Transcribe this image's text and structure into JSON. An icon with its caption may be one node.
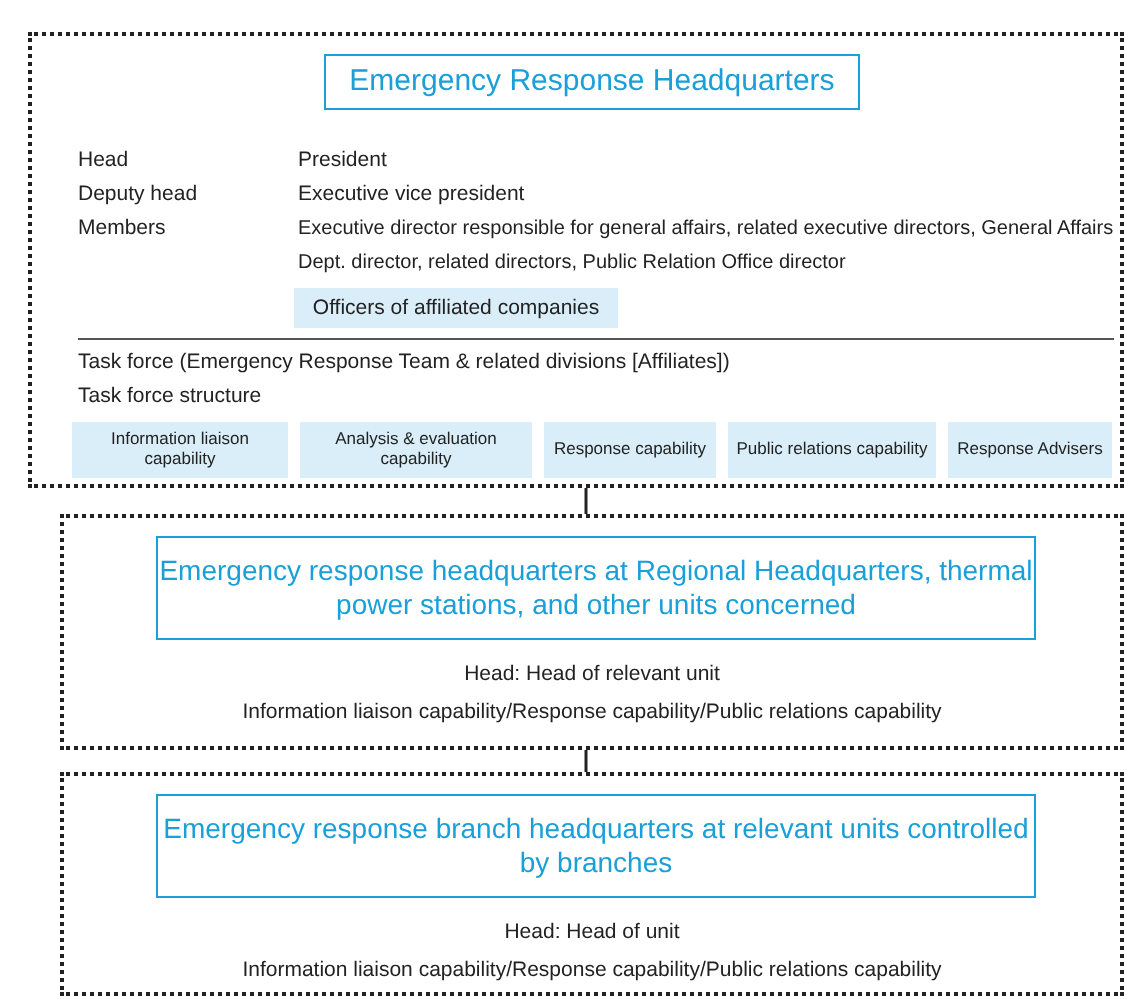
{
  "diagram": {
    "nodes": [
      {
        "text": [
          "Head",
          "President",
          "Deputy head",
          "Executive vice president",
          "Members",
          "Executive director responsible for general affairs, related executive directors, General Affairs Dept. director, related directors, Public Relation Office director",
          "Task force (Emergency Response Team & related divisions [Affiliates])",
          "Task force structure"
        ]
      },
      {
        "text": [
          "Emergency Response Headquarters"
        ],
        "in": 0
      },
      {
        "text": [
          "Officers of affiliated companies"
        ],
        "in": 0
      },
      {
        "text": [
          "Information liaison capability"
        ],
        "in": 0
      },
      {
        "text": [
          "Analysis & evaluation capability"
        ],
        "in": 0
      },
      {
        "text": [
          "Response capability"
        ],
        "in": 0
      },
      {
        "text": [
          "Public relations capability"
        ],
        "in": 0
      },
      {
        "text": [
          "Response Advisers"
        ],
        "in": 0
      },
      {
        "text": [
          "Head: Head of relevant unit",
          "Information liaison capability/Response capability/Public relations capability"
        ]
      },
      {
        "text": [
          "Emergency response headquarters at Regional Headquarters, thermal power stations, and other units concerned"
        ],
        "in": 8
      },
      {
        "text": [
          "Head: Head of unit",
          "Information liaison capability/Response capability/Public relations capability"
        ]
      },
      {
        "text": [
          "Emergency response branch headquarters at relevant units controlled by branches"
        ],
        "in": 10
      }
    ],
    "edges": [
      {
        "from": 0,
        "to": 8,
        "arrow": "none"
      },
      {
        "from": 8,
        "to": 10,
        "arrow": "none"
      }
    ]
  }
}
